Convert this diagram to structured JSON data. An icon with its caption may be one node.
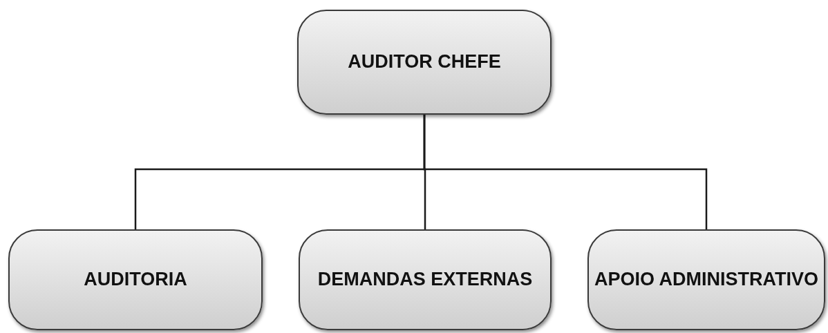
{
  "diagram": {
    "nodes": [
      {
        "text": [
          "AUDITOR CHEFE"
        ]
      },
      {
        "text": [
          "AUDITORIA"
        ]
      },
      {
        "text": [
          "DEMANDAS EXTERNAS"
        ]
      },
      {
        "text": [
          "APOIO ADMINISTRATIVO"
        ]
      }
    ],
    "edges": [
      {
        "from": 0,
        "to": 1,
        "arrow": "none"
      },
      {
        "from": 0,
        "to": 2,
        "arrow": "none"
      },
      {
        "from": 0,
        "to": 3,
        "arrow": "none"
      }
    ]
  }
}
